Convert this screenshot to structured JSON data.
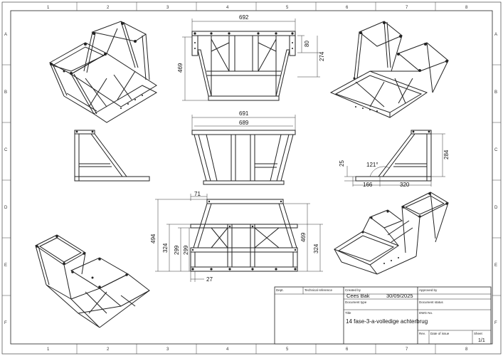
{
  "grid": {
    "columns": [
      "1",
      "2",
      "3",
      "4",
      "5",
      "6",
      "7",
      "8"
    ],
    "rows": [
      "A",
      "B",
      "C",
      "D",
      "E",
      "F"
    ]
  },
  "dimensions": {
    "top_width": "692",
    "top_80": "80",
    "top_274": "274",
    "top_469": "469",
    "mid_691": "691",
    "mid_689": "689",
    "side_25": "25",
    "side_121deg": "121°",
    "side_166": "166",
    "side_320": "320",
    "side_284": "284",
    "bot_71": "71",
    "bot_494": "494",
    "bot_324a": "324",
    "bot_299a": "299",
    "bot_299b": "299",
    "bot_469": "469",
    "bot_324b": "324",
    "bot_27": "27"
  },
  "title_block": {
    "dept_label": "Dept.",
    "tech_ref_label": "Technical reference",
    "created_by_label": "Created by",
    "created_by": "Cees Bak",
    "date": "30/09/2025",
    "approved_by_label": "Approved by",
    "doc_type_label": "Document type",
    "doc_status_label": "Document status",
    "title_label": "Title",
    "title": "14 fase-3-a-volledige achterbrug",
    "dwg_no_label": "DWG No.",
    "rev_label": "Rev.",
    "date_of_issue_label": "Date of issue",
    "sheet_label": "Sheet",
    "sheet": "1/1"
  }
}
